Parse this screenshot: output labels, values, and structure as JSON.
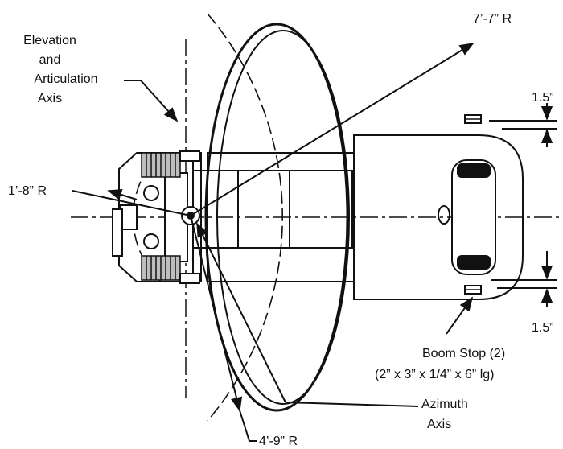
{
  "labels": {
    "elevation_axis": [
      "Elevation",
      "and",
      "Articulation",
      "Axis"
    ],
    "radius_large": "7’-7” R",
    "radius_small": "1’-8” R",
    "radius_medium": "4’-9” R",
    "gap_top": "1.5”",
    "gap_bottom": "1.5”",
    "boom_stop": [
      "Boom Stop (2)",
      "(2” x 3” x 1/4” x 6” lg)"
    ],
    "azimuth_axis": [
      "Azimuth",
      "Axis"
    ]
  },
  "colors": {
    "ink": "#111111",
    "paper": "#ffffff",
    "shade": "#bdbdbd"
  }
}
